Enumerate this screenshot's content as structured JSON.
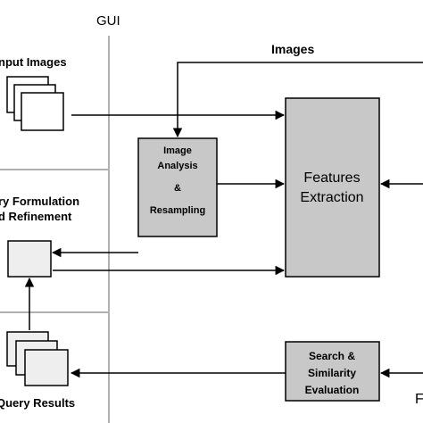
{
  "gui_label": "GUI",
  "labels": {
    "input_images": "nput Images",
    "images": "Images",
    "query_formulation_line1": "ry Formulation",
    "query_formulation_line2": "d Refinement",
    "query_results": "Query Results",
    "right_edge_letter": "F"
  },
  "boxes": {
    "image_analysis": {
      "line1": "Image",
      "line2": "Analysis",
      "line3": "&",
      "line4": "Resampling"
    },
    "features_extraction": {
      "line1": "Features",
      "line2": "Extraction"
    },
    "search_similarity": {
      "line1": "Search &",
      "line2": "Similarity",
      "line3": "Evaluation"
    }
  },
  "colors": {
    "box_fill": "#c8c8c8",
    "light_box_fill": "#eeeeee",
    "divider": "#b0b0b0",
    "stroke": "#000000"
  }
}
